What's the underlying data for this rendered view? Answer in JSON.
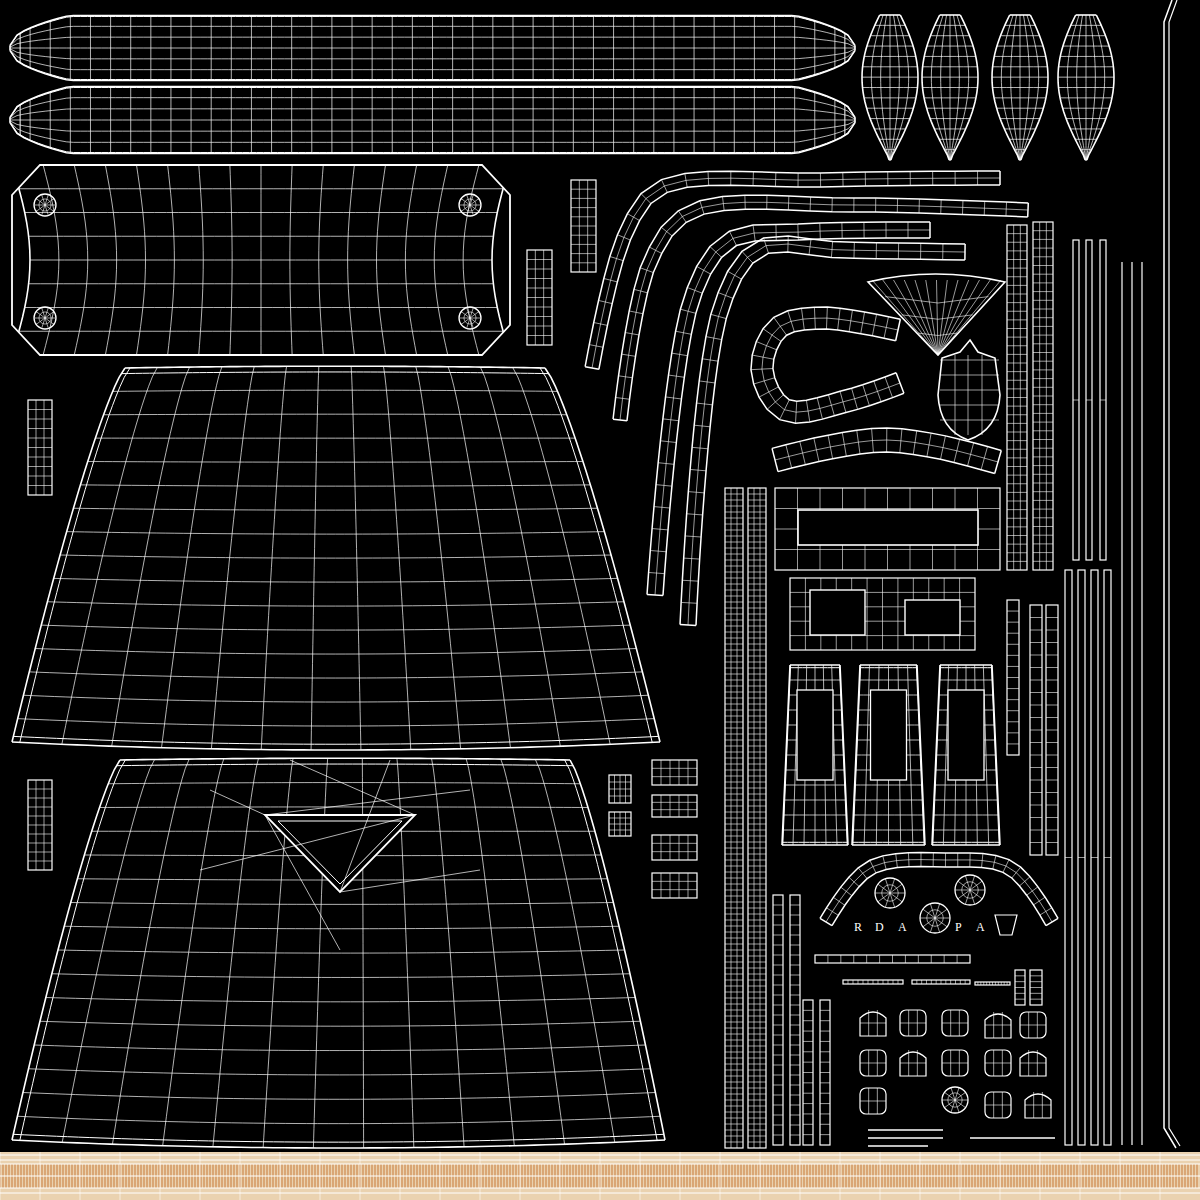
{
  "diagram": {
    "labels": [
      "R",
      "D",
      "A",
      "P",
      "A"
    ]
  }
}
